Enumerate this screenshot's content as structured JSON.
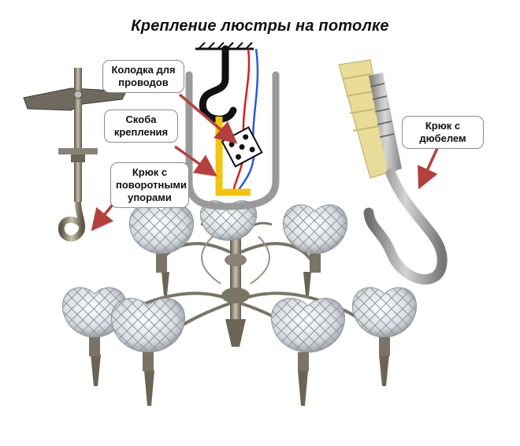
{
  "title": "Крепление люстры на потолке",
  "callouts": {
    "wire_block": [
      "Колодка для",
      "проводов"
    ],
    "bracket": [
      "Скоба",
      "крепления"
    ],
    "hook_swivel": [
      "Крюк с",
      "поворотными",
      "упорами"
    ],
    "hook_dowel": [
      "Крюк с",
      "дюбелем"
    ]
  },
  "colors": {
    "arrow": "#b5413f",
    "bracket": "#f2c40d",
    "wire_red": "#d62020",
    "wire_blue": "#2a5bd6",
    "hook": "#111111",
    "metal": "#8a8275",
    "dowel": "#e8dc98",
    "steel": "#9a9a9a"
  }
}
